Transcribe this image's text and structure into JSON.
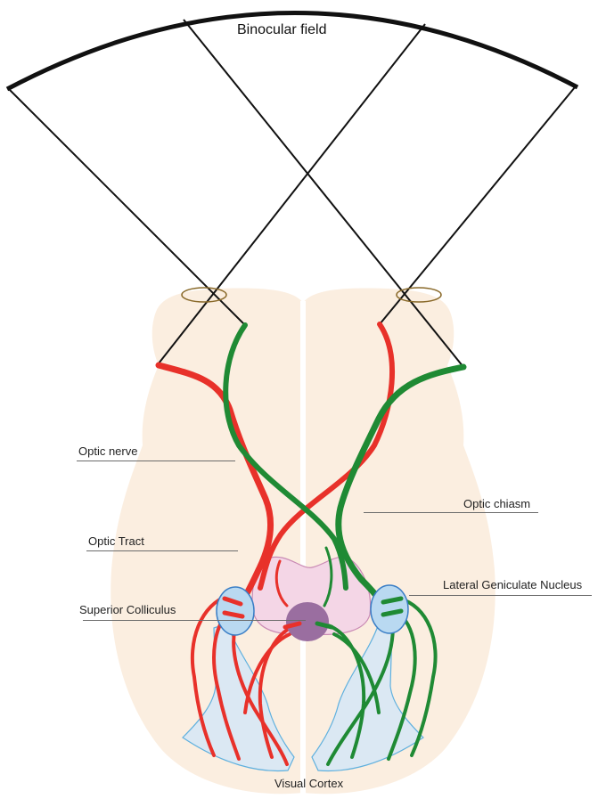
{
  "labels": {
    "binocular_field": "Binocular field",
    "optic_nerve": "Optic nerve",
    "optic_tract": "Optic Tract",
    "optic_chiasm": "Optic chiasm",
    "lateral_geniculate_nucleus": "Lateral Geniculate Nucleus",
    "superior_colliculus": "Superior Colliculus",
    "visual_cortex": "Visual Cortex"
  },
  "colors": {
    "left_pathway": "#e8312a",
    "right_pathway": "#1f8a34",
    "brain": "#fbeee0",
    "lgn": "#b9d9f1",
    "cortex_region": "#dbe8f3",
    "cortex_outline": "#5fb0de",
    "thalamus": "#f4d6e6",
    "colliculus": "#9a6ea0",
    "field_lines": "#111111",
    "eye_ring": "#8a6a2a"
  }
}
